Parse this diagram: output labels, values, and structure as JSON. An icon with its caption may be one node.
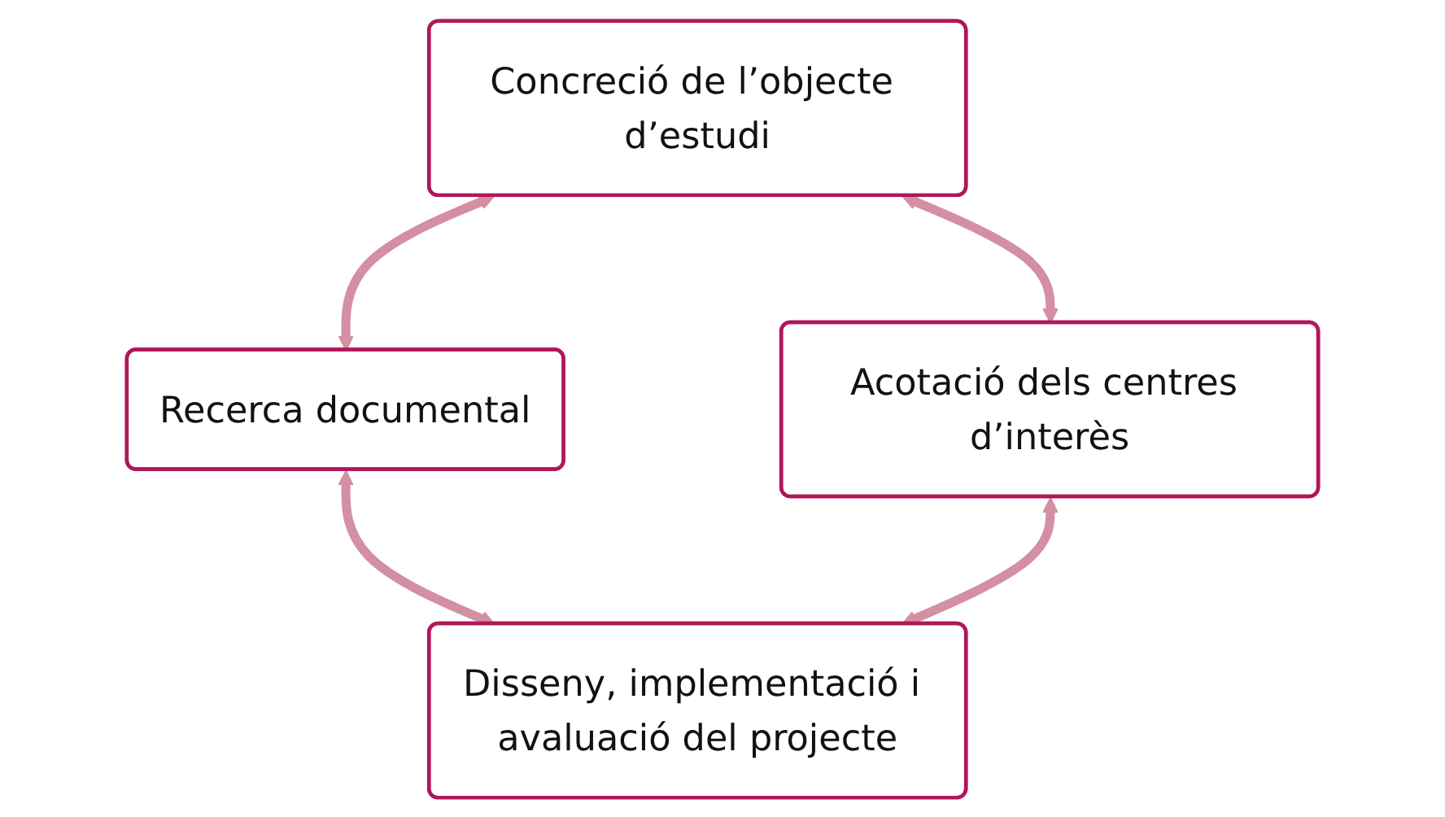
{
  "diagram": {
    "nodes": [
      {
        "text": [
          "Concreció de l’objecte d’estudi"
        ]
      },
      {
        "text": [
          "Acotació dels centres d’interès"
        ]
      },
      {
        "text": [
          "Recerca documental"
        ]
      },
      {
        "text": [
          "Disseny, implementació i avaluació del projecte"
        ]
      }
    ],
    "edges": [
      {
        "from": 0,
        "to": 2,
        "arrow": "both"
      },
      {
        "from": 2,
        "to": 3,
        "arrow": "both"
      },
      {
        "from": 3,
        "to": 1,
        "arrow": "both"
      },
      {
        "from": 1,
        "to": 0,
        "arrow": "both"
      }
    ]
  }
}
